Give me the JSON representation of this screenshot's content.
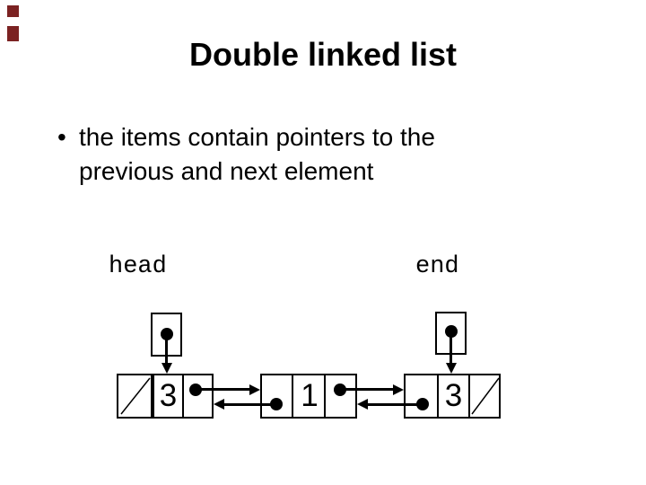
{
  "slide": {
    "title": "Double linked list",
    "bullet": {
      "marker": "•",
      "line1": "the items contain pointers to the",
      "line2": "previous and next element"
    },
    "colors": {
      "background": "#ffffff",
      "text": "#000000",
      "decoration": "#7b2222"
    },
    "diagram": {
      "head_label": "head",
      "end_label": "end",
      "nodes": [
        {
          "value": "3",
          "prev": "null",
          "next": "pointer"
        },
        {
          "value": "1",
          "prev": "pointer",
          "next": "pointer"
        },
        {
          "value": "3",
          "prev": "pointer",
          "next": "null"
        }
      ]
    }
  }
}
